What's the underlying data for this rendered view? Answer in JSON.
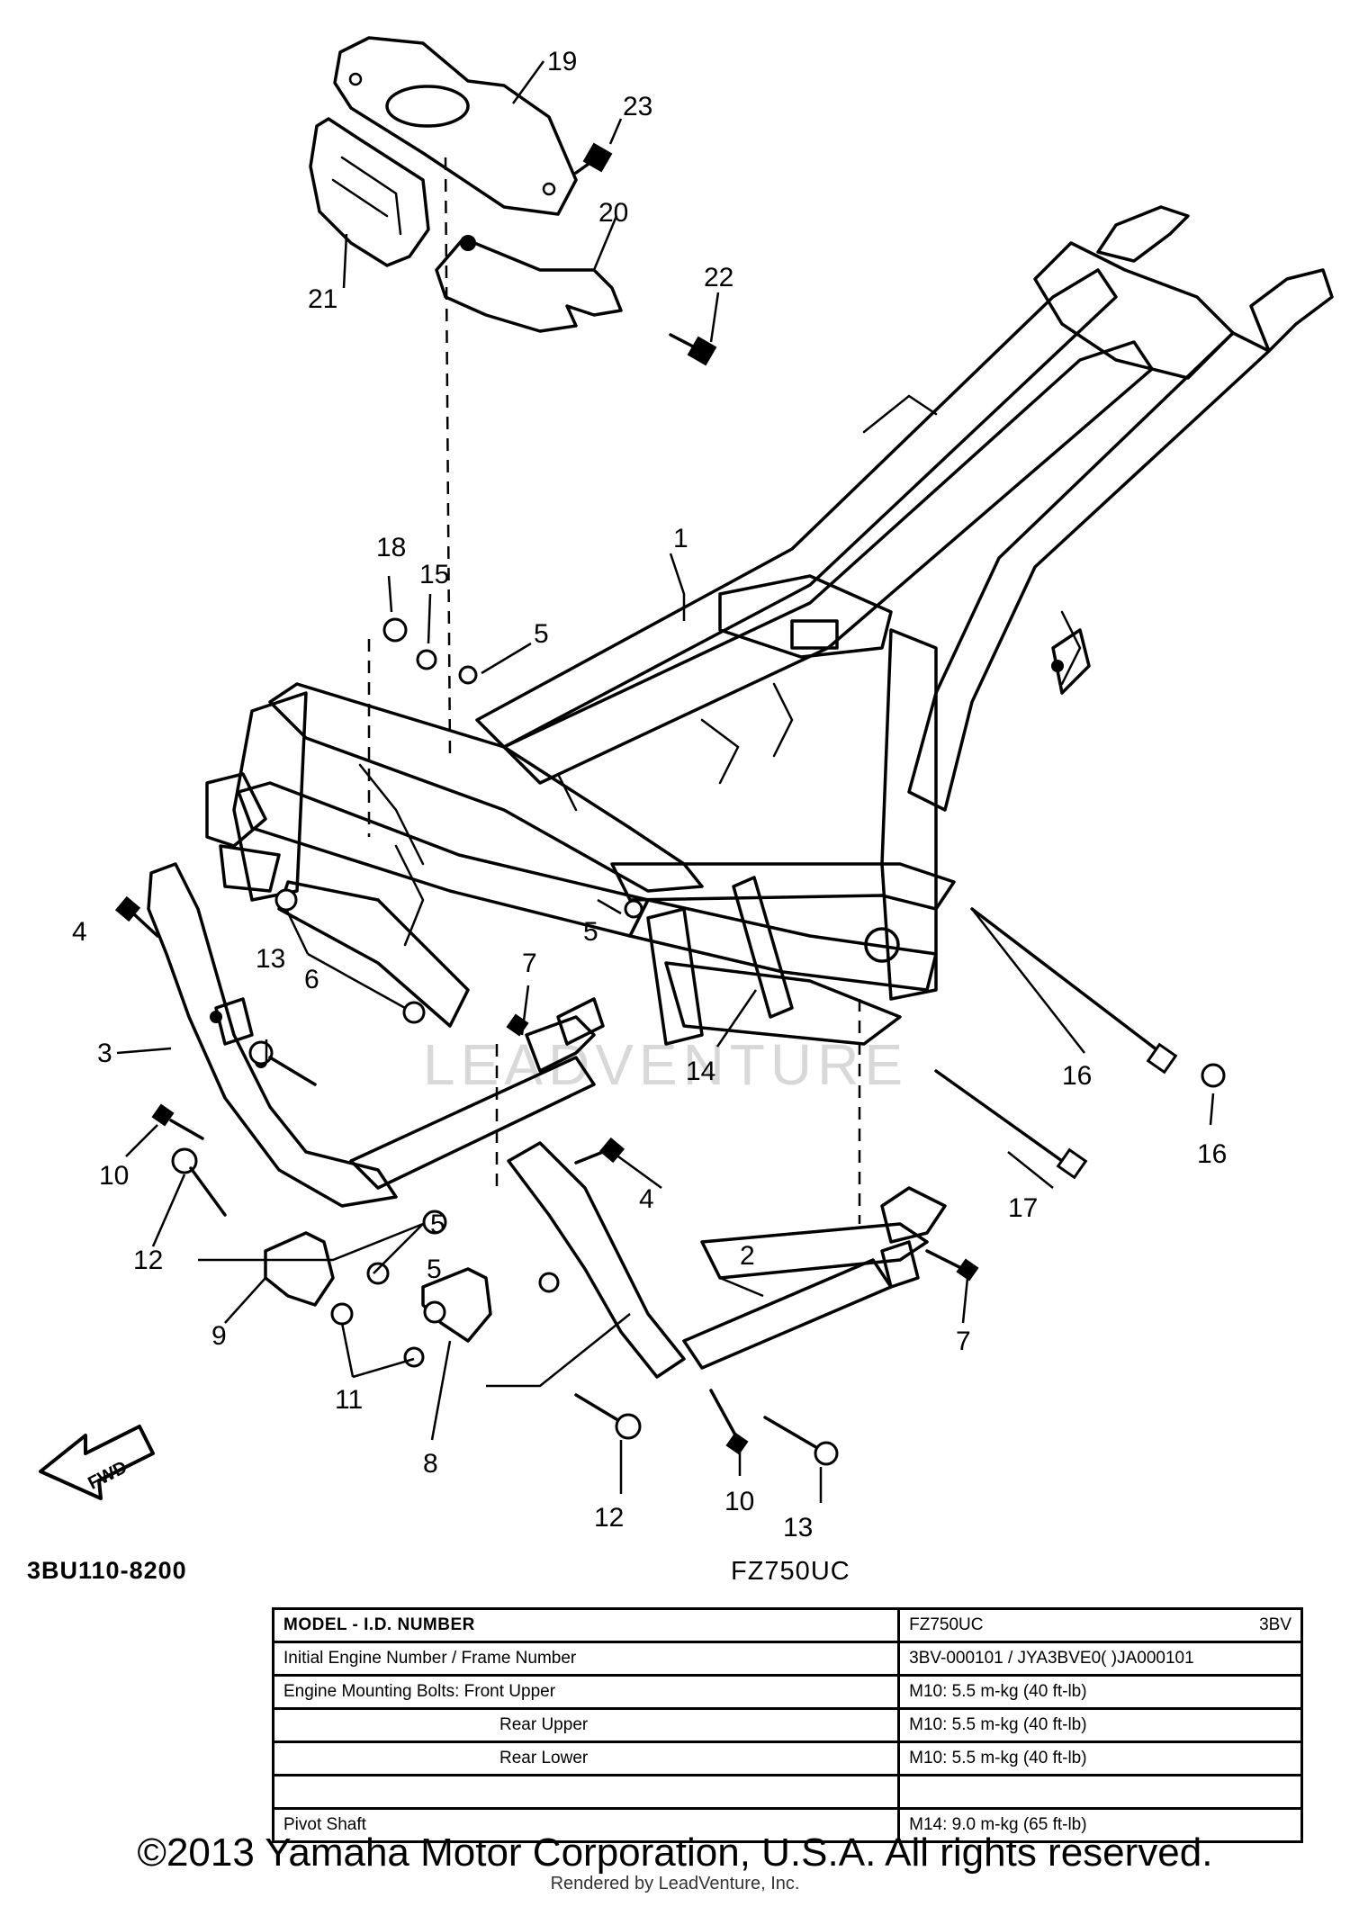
{
  "diagram": {
    "callouts": [
      "1",
      "2",
      "3",
      "4",
      "4",
      "5",
      "5",
      "5",
      "5",
      "6",
      "7",
      "7",
      "8",
      "9",
      "10",
      "10",
      "11",
      "12",
      "12",
      "13",
      "13",
      "14",
      "15",
      "16",
      "16",
      "17",
      "18",
      "19",
      "20",
      "21",
      "22",
      "23"
    ],
    "watermark": "LEADVENTURE",
    "fwd_label": "FWD"
  },
  "labels": {
    "part_code": "3BU110-8200",
    "model": "FZ750UC"
  },
  "spec_table": {
    "header_left": "MODEL - I.D. NUMBER",
    "header_model": "FZ750UC",
    "header_code": "3BV",
    "rows": [
      {
        "label": "Initial Engine Number / Frame Number",
        "value": "3BV-000101 / JYA3BVE0( )JA000101"
      },
      {
        "label": "Engine Mounting Bolts: Front Upper",
        "value": "M10: 5.5 m-kg (40 ft-lb)"
      },
      {
        "label": "Rear Upper",
        "value": "M10: 5.5 m-kg (40 ft-lb)"
      },
      {
        "label": "Rear Lower",
        "value": "M10: 5.5 m-kg (40 ft-lb)"
      },
      {
        "label": "",
        "value": ""
      },
      {
        "label": "Pivot Shaft",
        "value": "M14: 9.0 m-kg (65 ft-lb)"
      }
    ]
  },
  "footer": {
    "copyright": "©2013 Yamaha Motor Corporation, U.S.A. All rights reserved.",
    "rendered_by": "Rendered by LeadVenture, Inc."
  }
}
